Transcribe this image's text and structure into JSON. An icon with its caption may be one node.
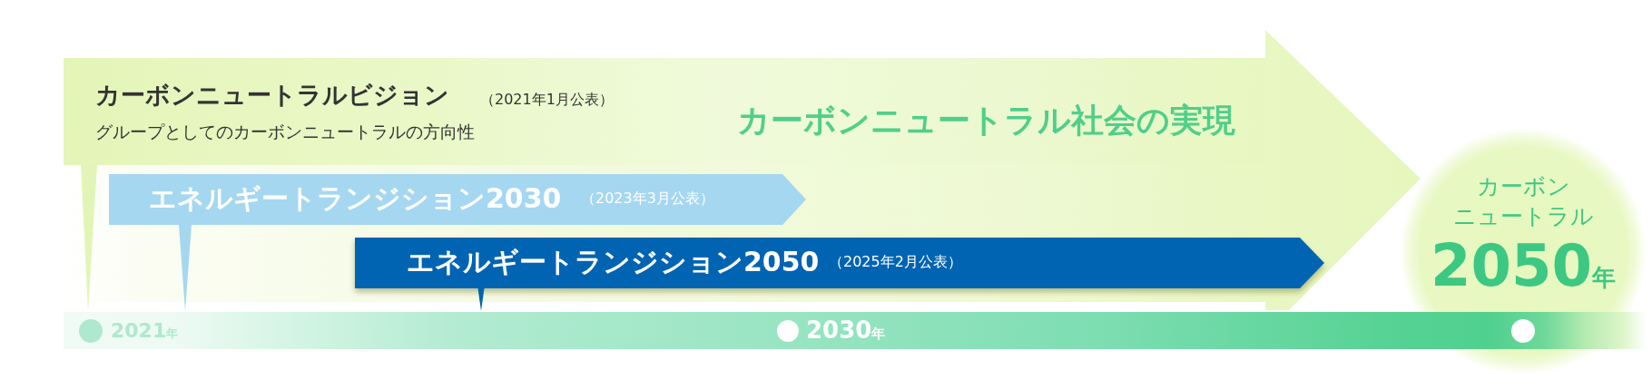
{
  "diagram": {
    "nodes": [
      {
        "text": [
          "カーボンニュートラルビジョン",
          "（2021年1月公表）",
          "グループとしてのカーボンニュートラルの方向性",
          "カーボンニュートラル社会の実現"
        ]
      },
      {
        "text": [
          "エネルギートランジション2030",
          "（2023年3月公表）"
        ],
        "in": 0
      },
      {
        "text": [
          "エネルギートランジション2050",
          "（2025年2月公表）"
        ],
        "in": 0
      },
      {
        "text": [
          "カーボンニュートラル",
          "2050年"
        ]
      },
      {
        "text": [
          "2021年",
          "2030年"
        ]
      }
    ],
    "edges": [
      {
        "from": 0,
        "to": 4,
        "arrow": "none",
        "color": "#e3f5b6"
      },
      {
        "from": 1,
        "to": 4,
        "arrow": "none",
        "color": "#a5d7f0"
      },
      {
        "from": 2,
        "to": 4,
        "arrow": "none",
        "color": "#0064b2"
      }
    ]
  }
}
